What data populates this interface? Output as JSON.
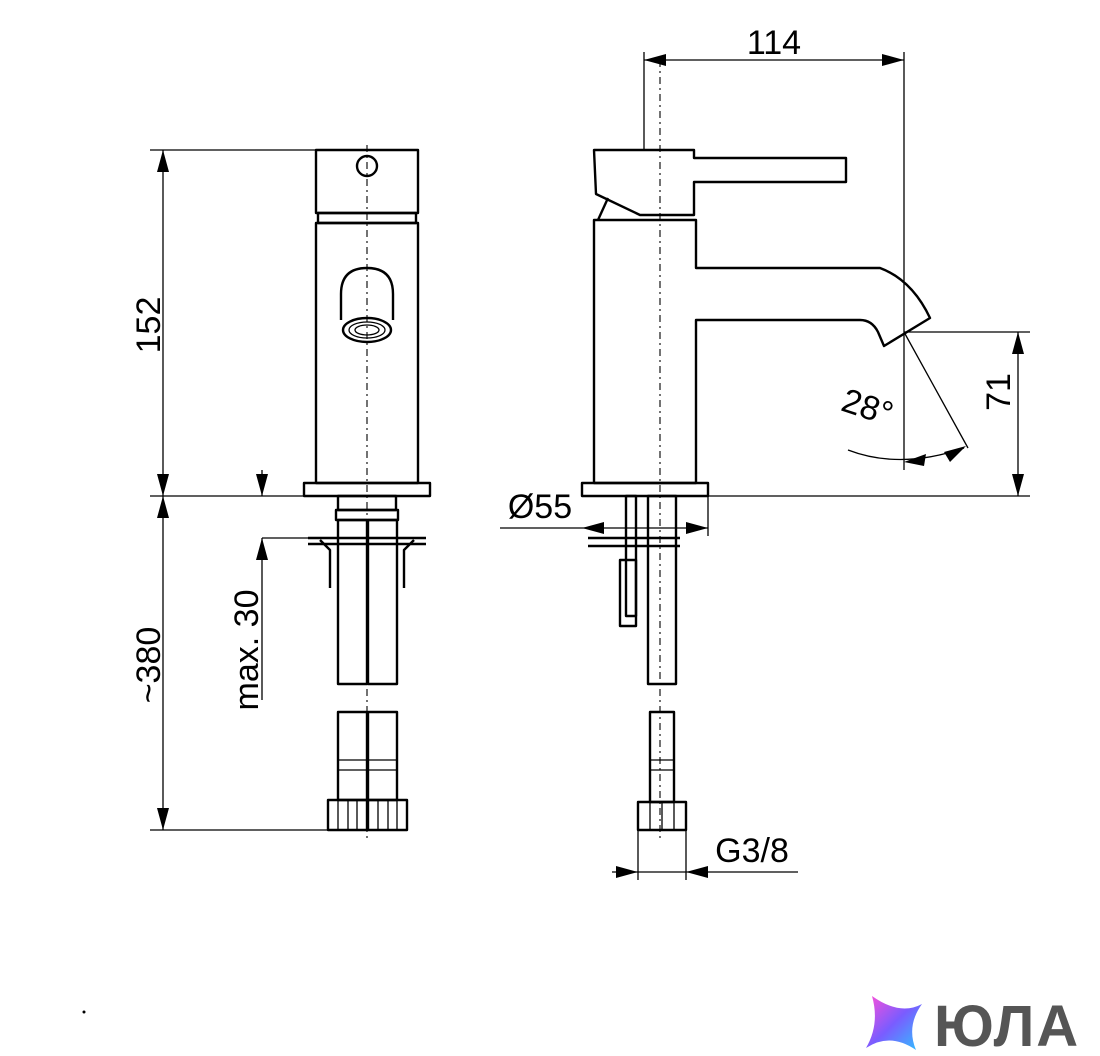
{
  "dimensions": {
    "height_body": "152",
    "height_hoses": "~380",
    "max_thickness": "max. 30",
    "projection": "114",
    "spout_height": "71",
    "spout_angle": "28°",
    "base_diameter": "Ø55",
    "connection_thread": "G3/8"
  },
  "logo": {
    "text": "ЮЛА"
  },
  "colors": {
    "line": "#000000",
    "logo_text": "#555555",
    "logo_gradient": [
      "#ff4fd8",
      "#7a5cff",
      "#2ec4ff"
    ]
  }
}
